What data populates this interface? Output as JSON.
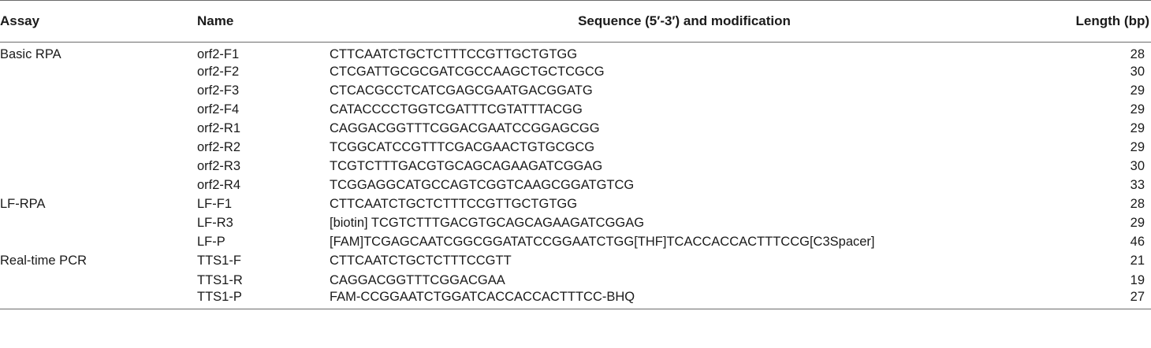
{
  "table": {
    "headers": {
      "assay": "Assay",
      "name": "Name",
      "sequence": "Sequence (5′-3′) and modification",
      "length": "Length (bp)"
    },
    "rows": [
      {
        "assay": "Basic RPA",
        "name": "orf2-F1",
        "sequence": "CTTCAATCTGCTCTTTCCGTTGCTGTGG",
        "length": "28"
      },
      {
        "assay": "",
        "name": "orf2-F2",
        "sequence": "CTCGATTGCGCGATCGCCAAGCTGCTCGCG",
        "length": "30"
      },
      {
        "assay": "",
        "name": "orf2-F3",
        "sequence": "CTCACGCCTCATCGAGCGAATGACGGATG",
        "length": "29"
      },
      {
        "assay": "",
        "name": "orf2-F4",
        "sequence": "CATACCCCTGGTCGATTTCGTATTTACGG",
        "length": "29"
      },
      {
        "assay": "",
        "name": "orf2-R1",
        "sequence": "CAGGACGGTTTCGGACGAATCCGGAGCGG",
        "length": "29"
      },
      {
        "assay": "",
        "name": "orf2-R2",
        "sequence": "TCGGCATCCGTTTCGACGAACTGTGCGCG",
        "length": "29"
      },
      {
        "assay": "",
        "name": "orf2-R3",
        "sequence": "TCGTCTTTGACGTGCAGCAGAAGATCGGAG",
        "length": "30"
      },
      {
        "assay": "",
        "name": "orf2-R4",
        "sequence": "TCGGAGGCATGCCAGTCGGTCAAGCGGATGTCG",
        "length": "33"
      },
      {
        "assay": "LF-RPA",
        "name": "LF-F1",
        "sequence": "CTTCAATCTGCTCTTTCCGTTGCTGTGG",
        "length": "28"
      },
      {
        "assay": "",
        "name": "LF-R3",
        "sequence": "[biotin] TCGTCTTTGACGTGCAGCAGAAGATCGGAG",
        "length": "29"
      },
      {
        "assay": "",
        "name": "LF-P",
        "sequence": "[FAM]TCGAGCAATCGGCGGATATCCGGAATCTGG[THF]TCACCACCACTTTCCG[C3Spacer]",
        "length": "46"
      },
      {
        "assay": "Real-time PCR",
        "name": "TTS1-F",
        "sequence": "CTTCAATCTGCTCTTTCCGTT",
        "length": "21"
      },
      {
        "assay": "",
        "name": "TTS1-R",
        "sequence": "CAGGACGGTTTCGGACGAA",
        "length": "19"
      },
      {
        "assay": "",
        "name": "TTS1-P",
        "sequence": "FAM-CCGGAATCTGGATCACCACCACTTTCC-BHQ",
        "length": "27"
      }
    ]
  }
}
